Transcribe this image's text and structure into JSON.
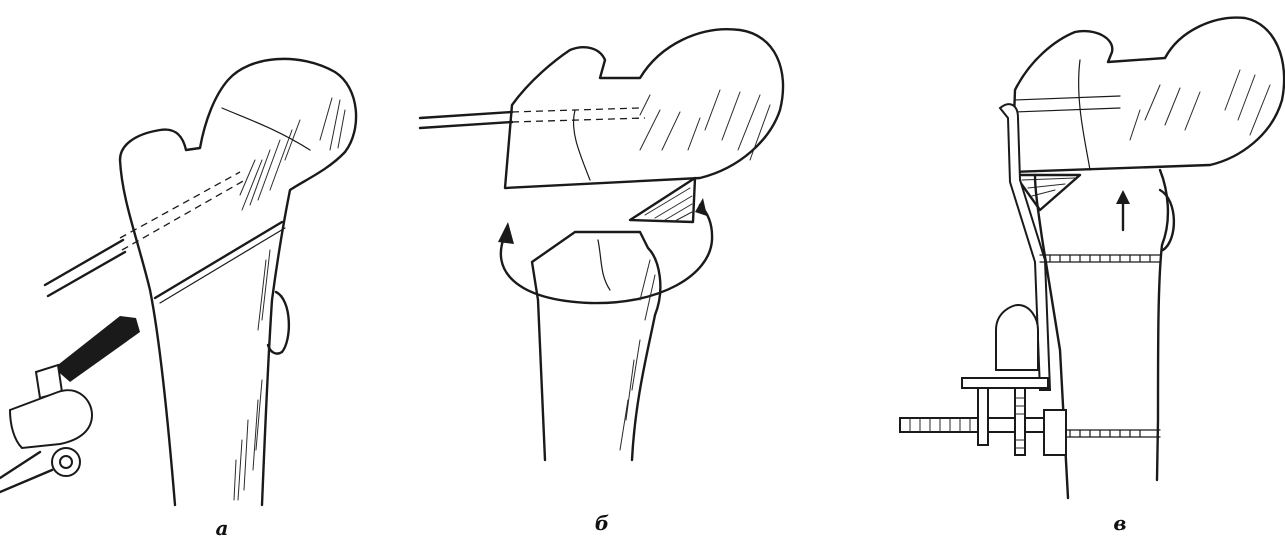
{
  "figure": {
    "panels": [
      {
        "id": "a",
        "label": "а"
      },
      {
        "id": "b",
        "label": "б"
      },
      {
        "id": "v",
        "label": "в"
      }
    ],
    "colors": {
      "line": "#1a1a1a",
      "background": "#ffffff"
    }
  }
}
